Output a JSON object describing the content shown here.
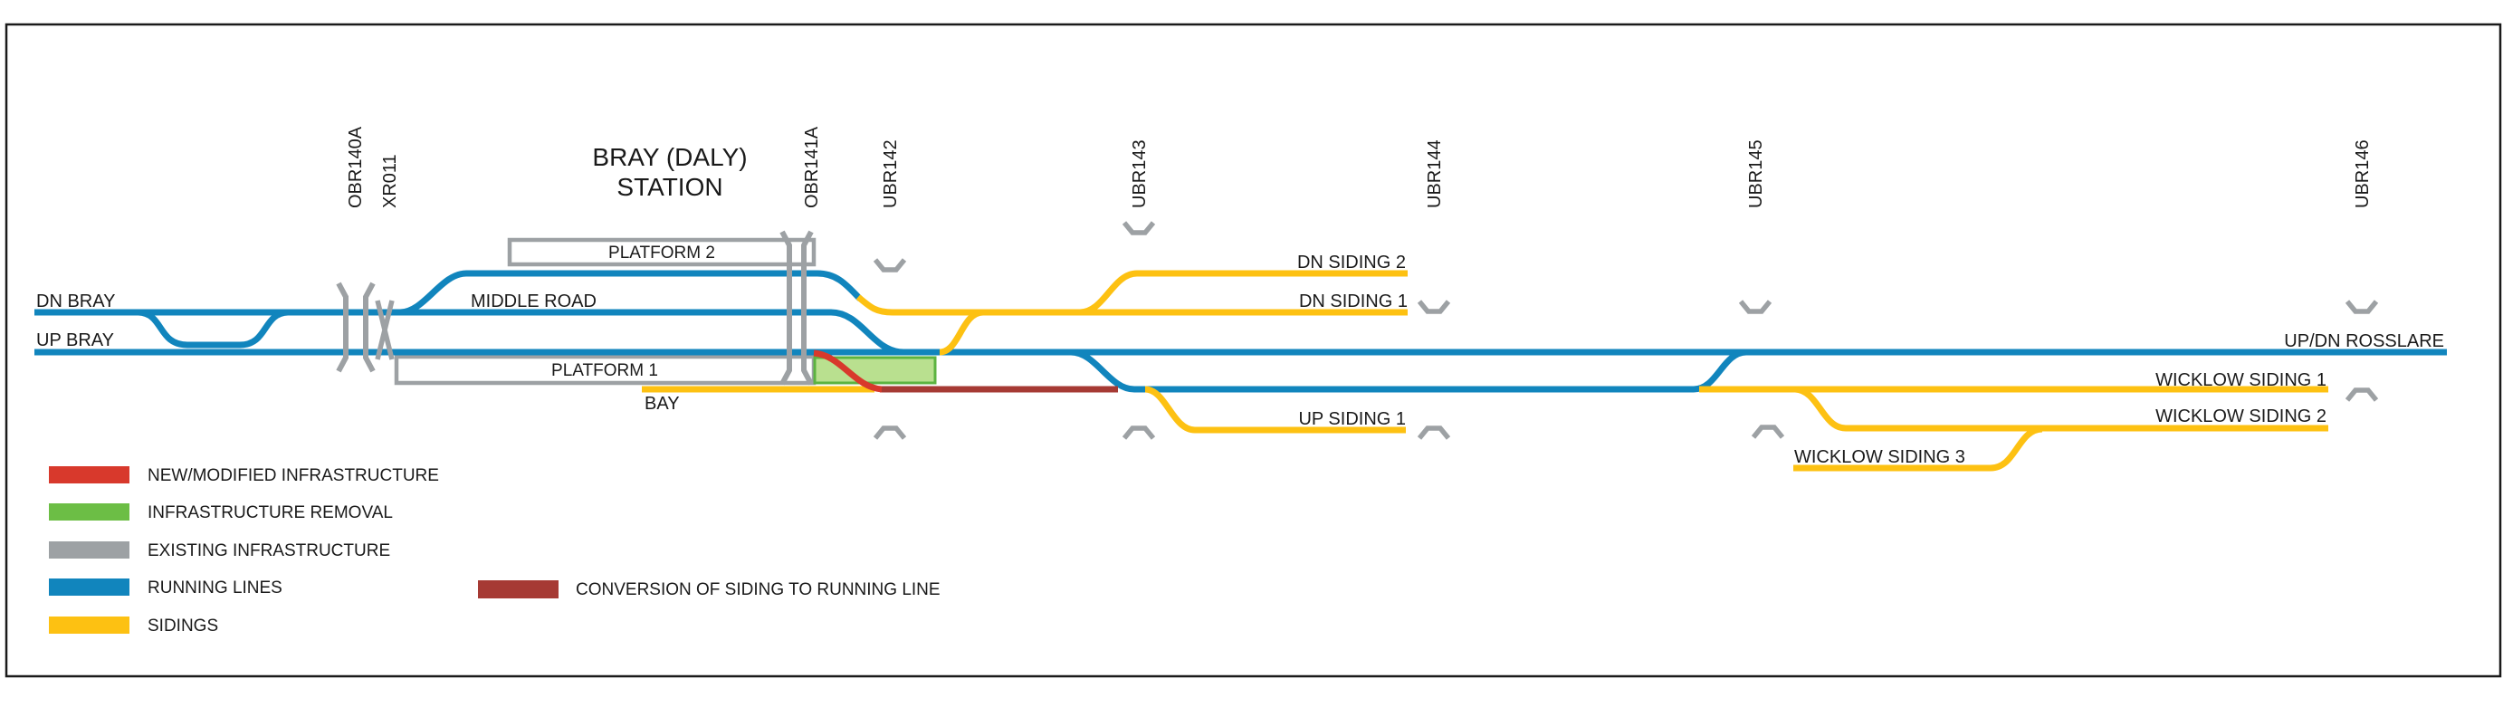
{
  "colors": {
    "running_lines": "#1185BD",
    "sidings": "#FDC112",
    "new_modified": "#D8392C",
    "conversion": "#A63A34",
    "existing": "#9DA1A4",
    "removal_legend": "#6CBE45",
    "removal_fill": "#B9E08F",
    "removal_border": "#5CB340",
    "text": "#1A1A1A",
    "frame": "#1A1A1A"
  },
  "station": {
    "title_line1": "BRAY (DALY)",
    "title_line2": "STATION"
  },
  "structures": {
    "obr140a": "OBR140A",
    "xr011": "XR011",
    "obr141a": "OBR141A",
    "ubr142": "UBR142",
    "ubr143": "UBR143",
    "ubr144": "UBR144",
    "ubr145": "UBR145",
    "ubr146": "UBR146"
  },
  "tracks": {
    "dn_bray": "DN BRAY",
    "up_bray": "UP BRAY",
    "middle_road": "MIDDLE ROAD",
    "platform_2": "PLATFORM 2",
    "platform_1": "PLATFORM 1",
    "bay": "BAY",
    "dn_siding_2": "DN SIDING 2",
    "dn_siding_1": "DN SIDING 1",
    "up_siding_1": "UP SIDING 1",
    "up_dn_rosslare": "UP/DN ROSSLARE",
    "wicklow_siding_1": "WICKLOW SIDING 1",
    "wicklow_siding_2": "WICKLOW SIDING 2",
    "wicklow_siding_3": "WICKLOW SIDING 3"
  },
  "legend": {
    "items": [
      {
        "label": "NEW/MODIFIED INFRASTRUCTURE",
        "color": "#D8392C"
      },
      {
        "label": "INFRASTRUCTURE REMOVAL",
        "color": "#6CBE45"
      },
      {
        "label": "EXISTING INFRASTRUCTURE",
        "color": "#9DA1A4"
      },
      {
        "label": "RUNNING LINES",
        "color": "#1185BD"
      },
      {
        "label": "SIDINGS",
        "color": "#FDC112"
      }
    ],
    "conversion_item": {
      "label": "CONVERSION OF SIDING TO RUNNING LINE",
      "color": "#A63A34"
    }
  }
}
